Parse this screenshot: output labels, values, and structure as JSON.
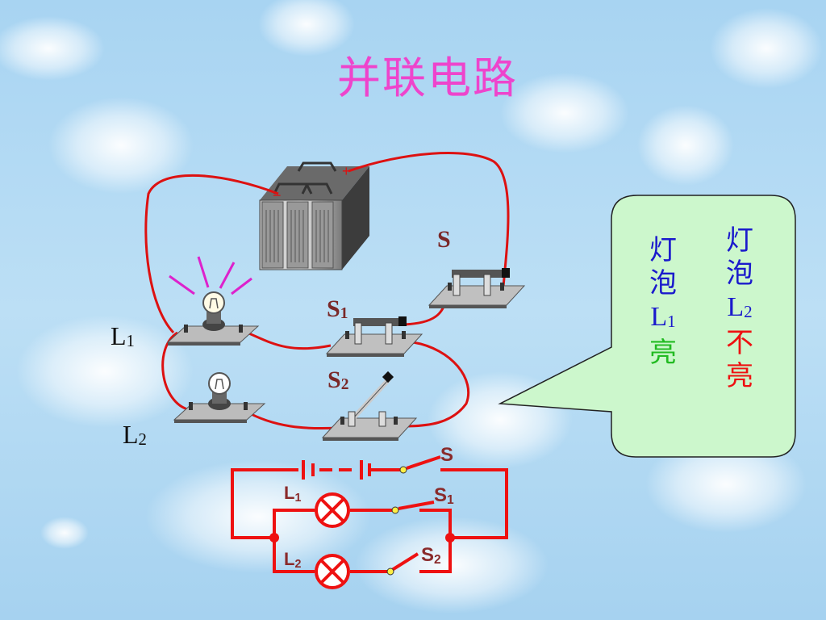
{
  "title": "并联电路",
  "illustration": {
    "battery": {
      "plus": "+",
      "minus": "−"
    },
    "labels": {
      "s": "S",
      "s1": {
        "base": "S",
        "sub": "1"
      },
      "s2": {
        "base": "S",
        "sub": "2"
      },
      "l1": {
        "base": "L",
        "sub": "1"
      },
      "l2": {
        "base": "L",
        "sub": "2"
      }
    }
  },
  "callout": {
    "col1": {
      "line1": "灯",
      "line2": "泡",
      "line3_base": "L",
      "line3_sub": "1",
      "line4": "亮"
    },
    "col2": {
      "line1": "灯",
      "line2": "泡",
      "line3_base": "L",
      "line3_sub": "2",
      "line4": "不",
      "line5": "亮"
    }
  },
  "schematic": {
    "s": "S",
    "s1": {
      "base": "S",
      "sub": "1"
    },
    "s2": {
      "base": "S",
      "sub": "2"
    },
    "l1": {
      "base": "L",
      "sub": "1"
    },
    "l2": {
      "base": "L",
      "sub": "2"
    }
  },
  "colors": {
    "title": "#ee44cc",
    "wire": "#dd1111",
    "callout_fill": "#ccf7cc",
    "lit_rays": "#dd22cc"
  }
}
